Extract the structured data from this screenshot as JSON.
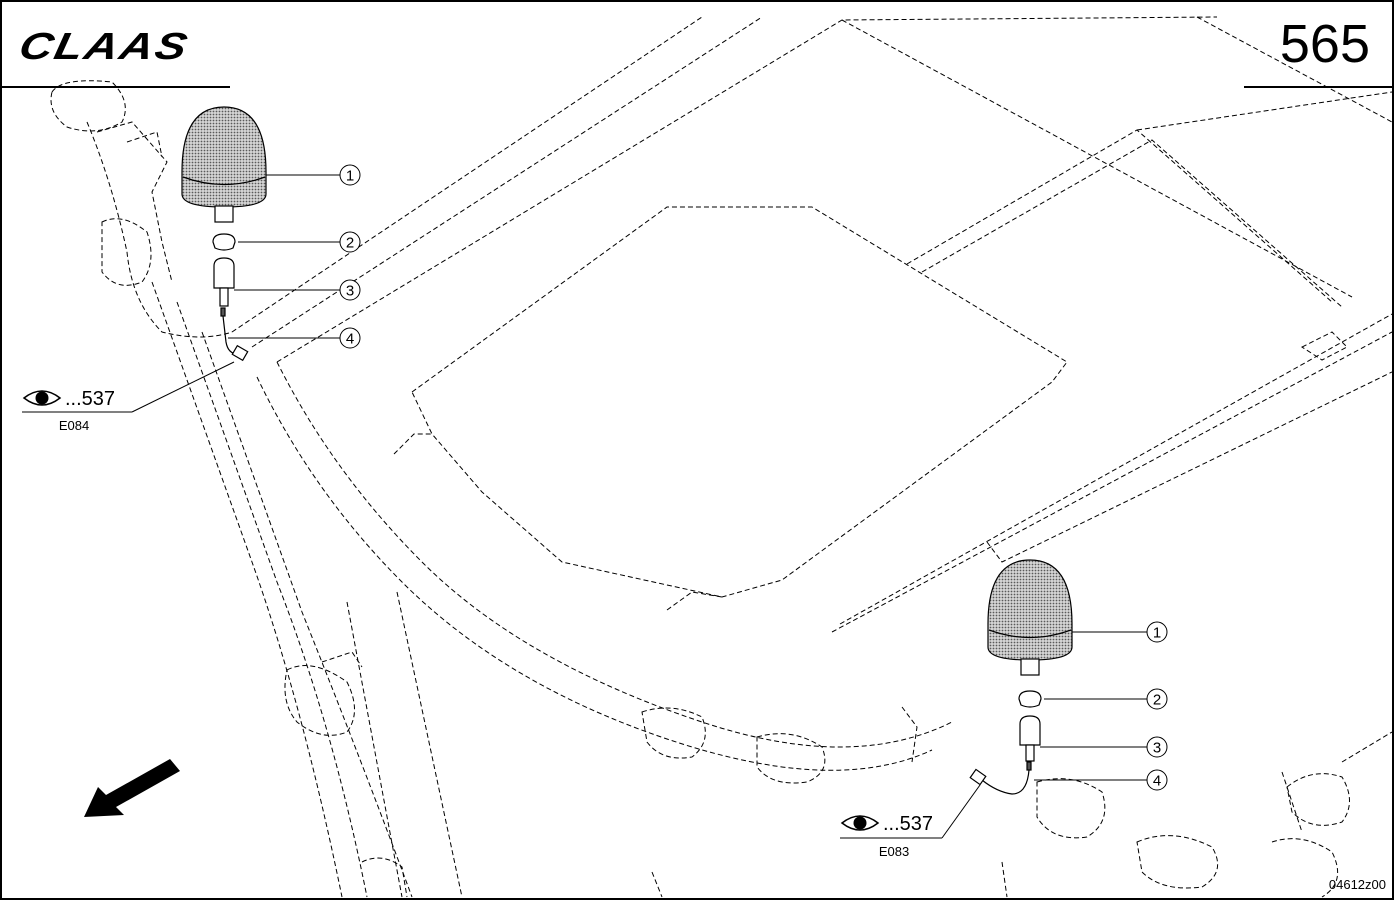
{
  "header": {
    "brand": "CLAAS",
    "page_number": "565"
  },
  "footer": {
    "drawing_id": "04612z00"
  },
  "callouts": {
    "left": [
      "1",
      "2",
      "3",
      "4"
    ],
    "right": [
      "1",
      "2",
      "3",
      "4"
    ]
  },
  "references": {
    "left": {
      "ref": "...537",
      "code": "E084"
    },
    "right": {
      "ref": "...537",
      "code": "E083"
    }
  },
  "icons": {
    "view_reference": "eye-icon",
    "direction": "arrow-down-left-icon"
  },
  "colors": {
    "line": "#000000",
    "background": "#ffffff",
    "beacon_fill": "#b8b8b8"
  }
}
